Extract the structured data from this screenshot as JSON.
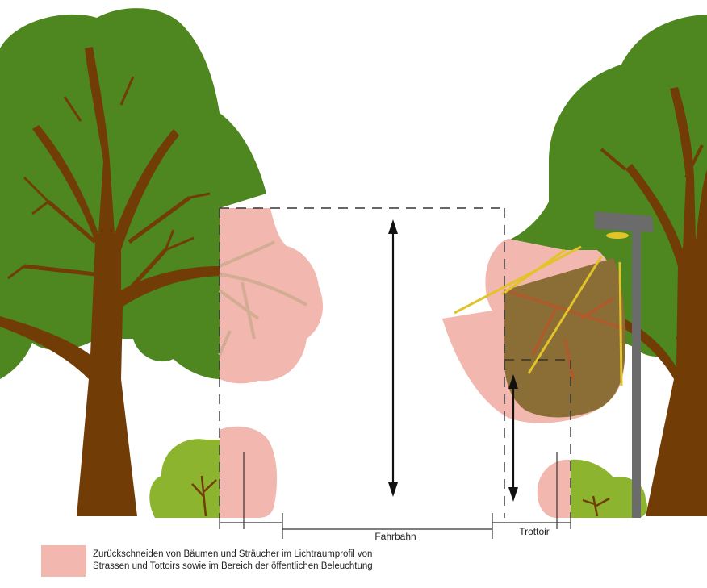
{
  "labels": {
    "roadway": "Fahrbahn",
    "sidewalk": "Trottoir"
  },
  "legend": {
    "line1": "Zurückschneiden von Bäumen und Sträucher im Lichtraumprofil von",
    "line2": "Strassen und Tottoirs sowie im Bereich der öffentlichen Beleuchtung"
  },
  "colors": {
    "foliage": "#4e861f",
    "bush": "#8db42f",
    "trunk": "#713c06",
    "cut_zone": "#f2b7ae",
    "street_lamp": "#6b6b6b",
    "lamp_light": "#e2c32a",
    "lamp_overlap": "#8a6e36",
    "dashed_line": "#333333",
    "arrow": "#111111"
  }
}
